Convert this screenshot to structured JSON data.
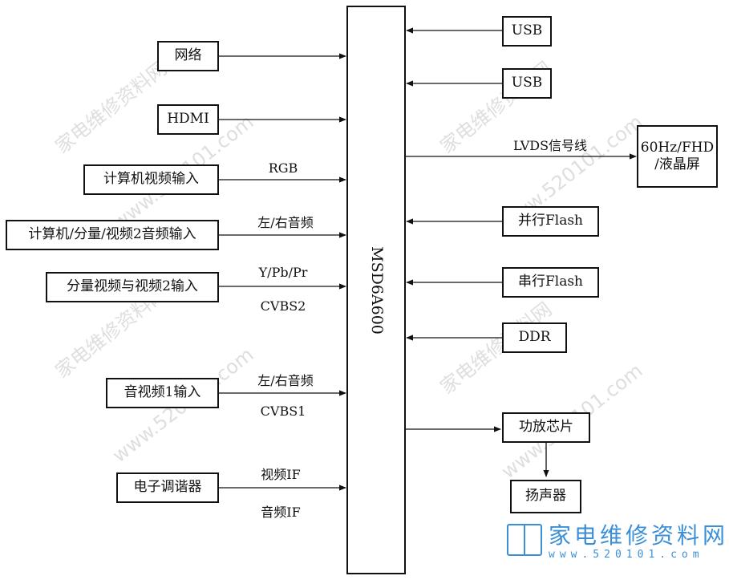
{
  "chip": {
    "label": "MSD6A600"
  },
  "left_inputs": [
    {
      "id": "network",
      "label": "网络"
    },
    {
      "id": "hdmi",
      "label": "HDMI"
    },
    {
      "id": "pc-video",
      "label": "计算机视频输入"
    },
    {
      "id": "pc-audio",
      "label": "计算机/分量/视频2音频输入"
    },
    {
      "id": "component-video",
      "label": "分量视频与视频2输入"
    },
    {
      "id": "av1",
      "label": "音视频1输入"
    },
    {
      "id": "tuner",
      "label": "电子调谐器"
    }
  ],
  "left_signals": {
    "rgb": "RGB",
    "lr_audio_1": "左/右音频",
    "ypbpr": "Y/Pb/Pr",
    "cvbs2": "CVBS2",
    "lr_audio_2": "左/右音频",
    "cvbs1": "CVBS1",
    "video_if": "视频IF",
    "audio_if": "音频IF"
  },
  "right_blocks": {
    "usb1": "USB",
    "usb2": "USB",
    "lvds_signal": "LVDS信号线",
    "lcd_line1": "60Hz/FHD",
    "lcd_line2": "/液晶屏",
    "parallel_flash": "并行Flash",
    "serial_flash": "串行Flash",
    "ddr": "DDR",
    "amplifier": "功放芯片",
    "speaker": "扬声器"
  },
  "watermark": {
    "brand": "家电维修资料网",
    "url": "www.520101.com",
    "logo_name": "家电维修资料网",
    "logo_url": "www.520101.com",
    "color": "#3b8fd6"
  }
}
